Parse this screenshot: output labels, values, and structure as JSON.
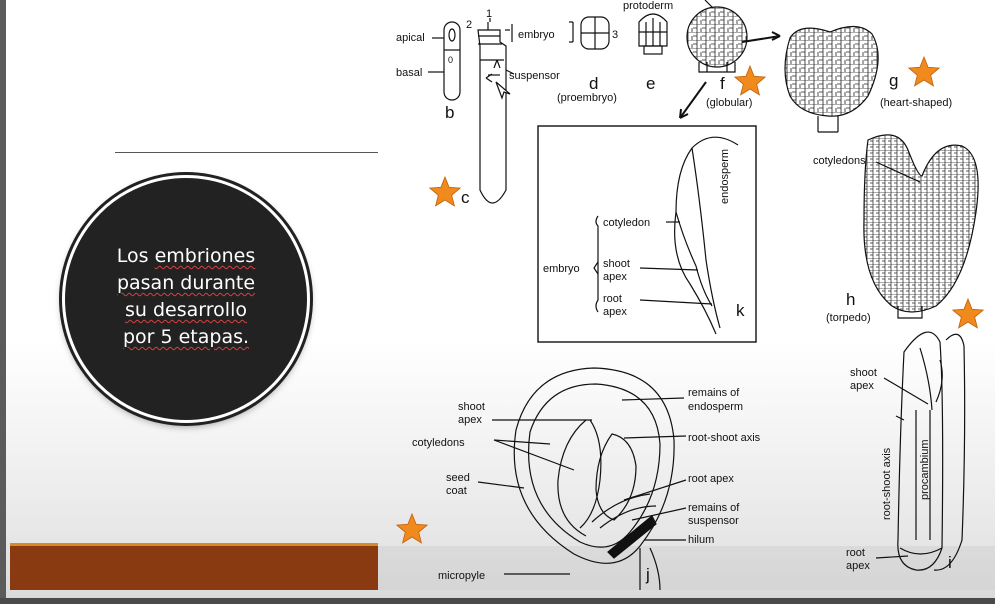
{
  "slide": {
    "caption_lines": [
      "Los ",
      "embriones",
      "pasan durante",
      "su desarrollo",
      "por 5 etapas."
    ]
  },
  "colors": {
    "star": "#f08a1c",
    "circle": "#222222",
    "bar": "#8a3a10",
    "bar_accent": "#d88a2a"
  },
  "figure": {
    "apical": "apical",
    "basal": "basal",
    "num_2": "2",
    "num_1": "1",
    "num_0": "0",
    "num_3": "3",
    "embryo_top": "embryo",
    "suspensor": "suspensor",
    "protoderm": "protoderm",
    "b": "b",
    "c": "c",
    "d": "d",
    "proembryo": "(proembryo)",
    "e": "e",
    "f": "f",
    "globular": "(globular)",
    "g": "g",
    "heart": "(heart-shaped)",
    "cotyledons_h": "cotyledons",
    "h": "h",
    "torpedo": "(torpedo)",
    "endosperm": "endosperm",
    "cotyledon": "cotyledon",
    "embryo_k": "embryo",
    "shoot_k": "shoot",
    "apex_k1": "apex",
    "root_k": "root",
    "apex_k2": "apex",
    "k": "k",
    "shoot_j": "shoot",
    "apex_j": "apex",
    "cotyledons_j": "cotyledons",
    "seed_j": "seed",
    "coat_j": "coat",
    "micropyle": "micropyle",
    "remains_of_1": "remains of",
    "endosperm_j": "endosperm",
    "root_shoot_axis": "root-shoot axis",
    "root_apex_j": "root apex",
    "remains_of_2": "remains of",
    "suspensor_j": "suspensor",
    "hilum": "hilum",
    "j": "j",
    "shoot_i": "shoot",
    "apex_i": "apex",
    "root_shoot_axis_i": "root-shoot axis",
    "procambium": "procambium",
    "root_i": "root",
    "apex_i2": "apex",
    "i": "i"
  }
}
